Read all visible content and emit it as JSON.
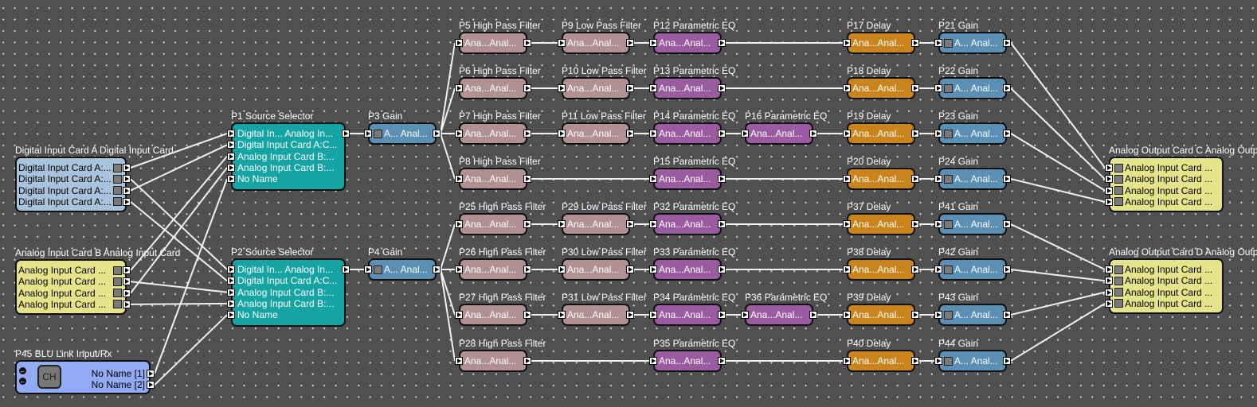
{
  "canvas": {
    "background": "#505050",
    "grid_dot_color": "#d8d8d8"
  },
  "colors": {
    "digital_input": "#a9c3dc",
    "analog_input": "#e6e48a",
    "blu_link": "#93aaf5",
    "source_selector": "#16a3a3",
    "gain": "#5b8fb4",
    "high_pass": "#b09090",
    "low_pass": "#b09090",
    "parametric_eq": "#9b5ba0",
    "delay": "#c9841c",
    "analog_output": "#e6e48a"
  },
  "blocks": [
    {
      "id": "dica",
      "title": "Digital Input Card A  Digital Input Card",
      "type": "digital_input",
      "rows": [
        "Digital Input Card A:...",
        "Digital Input Card A:...",
        "Digital Input Card A:...",
        "Digital Input Card A:..."
      ]
    },
    {
      "id": "aicb",
      "title": "Analog Input Card B  Analog Input Card",
      "type": "analog_input",
      "rows": [
        "Analog Input Card ...",
        "Analog Input Card ...",
        "Analog Input Card ...",
        "Analog Input Card ..."
      ]
    },
    {
      "id": "p45",
      "title": "P45  BLU Link Input/Rx",
      "type": "blu_link",
      "button": "CH",
      "rows": [
        "No Name [1]",
        "No Name [2]"
      ]
    },
    {
      "id": "p1",
      "title": "P1  Source Selector",
      "type": "source_selector",
      "rows": [
        "Digital In... Analog In...",
        "Digital Input Card A:C...",
        "Analog Input Card B:...",
        "Analog Input Card B:...",
        "No Name"
      ]
    },
    {
      "id": "p2",
      "title": "P2  Source Selector",
      "type": "source_selector",
      "rows": [
        "Digital In... Analog In...",
        "Digital Input Card A:C...",
        "Analog Input Card B:...",
        "Analog Input Card B:...",
        "No Name"
      ]
    },
    {
      "id": "p3",
      "title": "P3  Gain",
      "type": "gain",
      "rows": [
        "A... Anal..."
      ]
    },
    {
      "id": "p4",
      "title": "P4  Gain",
      "type": "gain",
      "rows": [
        "A... Anal..."
      ]
    },
    {
      "id": "p5",
      "title": "P5  High Pass Filter",
      "type": "high_pass",
      "rows": [
        "Ana...Anal..."
      ]
    },
    {
      "id": "p6",
      "title": "P6  High Pass Filter",
      "type": "high_pass",
      "rows": [
        "Ana...Anal..."
      ]
    },
    {
      "id": "p7",
      "title": "P7  High Pass Filter",
      "type": "high_pass",
      "rows": [
        "Ana...Anal..."
      ]
    },
    {
      "id": "p8",
      "title": "P8  High Pass Filter",
      "type": "high_pass",
      "rows": [
        "Ana...Anal..."
      ]
    },
    {
      "id": "p25",
      "title": "P25  High Pass Filter",
      "type": "high_pass",
      "rows": [
        "Ana...Anal..."
      ]
    },
    {
      "id": "p26",
      "title": "P26  High Pass Filter",
      "type": "high_pass",
      "rows": [
        "Ana...Anal..."
      ]
    },
    {
      "id": "p27",
      "title": "P27  High Pass Filter",
      "type": "high_pass",
      "rows": [
        "Ana...Anal..."
      ]
    },
    {
      "id": "p28",
      "title": "P28  High Pass Filter",
      "type": "high_pass",
      "rows": [
        "Ana...Anal..."
      ]
    },
    {
      "id": "p9",
      "title": "P9  Low Pass Filter",
      "type": "low_pass",
      "rows": [
        "Ana...Anal..."
      ]
    },
    {
      "id": "p10",
      "title": "P10  Low Pass Filter",
      "type": "low_pass",
      "rows": [
        "Ana...Anal..."
      ]
    },
    {
      "id": "p11",
      "title": "P11  Low Pass Filter",
      "type": "low_pass",
      "rows": [
        "Ana...Anal..."
      ]
    },
    {
      "id": "p29",
      "title": "P29  Low Pass Filter",
      "type": "low_pass",
      "rows": [
        "Ana...Anal..."
      ]
    },
    {
      "id": "p30",
      "title": "P30  Low Pass Filter",
      "type": "low_pass",
      "rows": [
        "Ana...Anal..."
      ]
    },
    {
      "id": "p31",
      "title": "P31  Low Pass Filter",
      "type": "low_pass",
      "rows": [
        "Ana...Anal..."
      ]
    },
    {
      "id": "p12",
      "title": "P12  Parametric EQ",
      "type": "parametric_eq",
      "rows": [
        "Ana...Anal..."
      ]
    },
    {
      "id": "p13",
      "title": "P13  Parametric EQ",
      "type": "parametric_eq",
      "rows": [
        "Ana...Anal..."
      ]
    },
    {
      "id": "p14",
      "title": "P14  Parametric EQ",
      "type": "parametric_eq",
      "rows": [
        "Ana...Anal..."
      ]
    },
    {
      "id": "p15",
      "title": "P15  Parametric EQ",
      "type": "parametric_eq",
      "rows": [
        "Ana...Anal..."
      ]
    },
    {
      "id": "p16",
      "title": "P16  Parametric EQ",
      "type": "parametric_eq",
      "rows": [
        "Ana...Anal..."
      ]
    },
    {
      "id": "p32",
      "title": "P32  Parametric EQ",
      "type": "parametric_eq",
      "rows": [
        "Ana...Anal..."
      ]
    },
    {
      "id": "p33",
      "title": "P33  Parametric EQ",
      "type": "parametric_eq",
      "rows": [
        "Ana...Anal..."
      ]
    },
    {
      "id": "p34",
      "title": "P34  Parametric EQ",
      "type": "parametric_eq",
      "rows": [
        "Ana...Anal..."
      ]
    },
    {
      "id": "p35",
      "title": "P35  Parametric EQ",
      "type": "parametric_eq",
      "rows": [
        "Ana...Anal..."
      ]
    },
    {
      "id": "p36",
      "title": "P36  Parametric EQ",
      "type": "parametric_eq",
      "rows": [
        "Ana...Anal..."
      ]
    },
    {
      "id": "p17",
      "title": "P17  Delay",
      "type": "delay",
      "rows": [
        "Ana...Anal..."
      ]
    },
    {
      "id": "p18",
      "title": "P18  Delay",
      "type": "delay",
      "rows": [
        "Ana...Anal..."
      ]
    },
    {
      "id": "p19",
      "title": "P19  Delay",
      "type": "delay",
      "rows": [
        "Ana...Anal..."
      ]
    },
    {
      "id": "p20",
      "title": "P20  Delay",
      "type": "delay",
      "rows": [
        "Ana...Anal..."
      ]
    },
    {
      "id": "p37",
      "title": "P37  Delay",
      "type": "delay",
      "rows": [
        "Ana...Anal..."
      ]
    },
    {
      "id": "p38",
      "title": "P38  Delay",
      "type": "delay",
      "rows": [
        "Ana...Anal..."
      ]
    },
    {
      "id": "p39",
      "title": "P39  Delay",
      "type": "delay",
      "rows": [
        "Ana...Anal..."
      ]
    },
    {
      "id": "p40",
      "title": "P40  Delay",
      "type": "delay",
      "rows": [
        "Ana...Anal..."
      ]
    },
    {
      "id": "p21",
      "title": "P21  Gain",
      "type": "gain",
      "rows": [
        "A... Anal..."
      ]
    },
    {
      "id": "p22",
      "title": "P22  Gain",
      "type": "gain",
      "rows": [
        "A... Anal..."
      ]
    },
    {
      "id": "p23",
      "title": "P23  Gain",
      "type": "gain",
      "rows": [
        "A... Anal..."
      ]
    },
    {
      "id": "p24",
      "title": "P24  Gain",
      "type": "gain",
      "rows": [
        "A... Anal..."
      ]
    },
    {
      "id": "p41",
      "title": "P41  Gain",
      "type": "gain",
      "rows": [
        "A... Anal..."
      ]
    },
    {
      "id": "p42",
      "title": "P42  Gain",
      "type": "gain",
      "rows": [
        "A... Anal..."
      ]
    },
    {
      "id": "p43",
      "title": "P43  Gain",
      "type": "gain",
      "rows": [
        "A... Anal..."
      ]
    },
    {
      "id": "p44",
      "title": "P44  Gain",
      "type": "gain",
      "rows": [
        "A... Anal..."
      ]
    },
    {
      "id": "aocc",
      "title": "Analog Output Card C  Analog Output Card",
      "type": "analog_output",
      "rows": [
        "Analog Input Card ...",
        "Analog Input Card ...",
        "Analog Input Card ...",
        "Analog Input Card ..."
      ]
    },
    {
      "id": "aocd",
      "title": "Analog Output Card D  Analog Output Card",
      "type": "analog_output",
      "rows": [
        "Analog Input Card ...",
        "Analog Input Card ...",
        "Analog Input Card ...",
        "Analog Input Card ..."
      ]
    }
  ],
  "connections": [
    [
      "dica",
      0,
      "p1",
      0
    ],
    [
      "dica",
      1,
      "p2",
      0
    ],
    [
      "dica",
      2,
      "p1",
      1
    ],
    [
      "dica",
      3,
      "p2",
      1
    ],
    [
      "aicb",
      0,
      "p1",
      2
    ],
    [
      "aicb",
      1,
      "p2",
      2
    ],
    [
      "aicb",
      2,
      "p1",
      3
    ],
    [
      "aicb",
      3,
      "p2",
      3
    ],
    [
      "p45",
      0,
      "p1",
      4
    ],
    [
      "p45",
      1,
      "p2",
      4
    ],
    [
      "p1",
      0,
      "p3",
      0
    ],
    [
      "p2",
      0,
      "p4",
      0
    ],
    [
      "p3",
      0,
      "p5",
      0
    ],
    [
      "p3",
      0,
      "p6",
      0
    ],
    [
      "p3",
      0,
      "p7",
      0
    ],
    [
      "p3",
      0,
      "p8",
      0
    ],
    [
      "p4",
      0,
      "p25",
      0
    ],
    [
      "p4",
      0,
      "p26",
      0
    ],
    [
      "p4",
      0,
      "p27",
      0
    ],
    [
      "p4",
      0,
      "p28",
      0
    ],
    [
      "p5",
      0,
      "p9",
      0
    ],
    [
      "p6",
      0,
      "p10",
      0
    ],
    [
      "p7",
      0,
      "p11",
      0
    ],
    [
      "p25",
      0,
      "p29",
      0
    ],
    [
      "p26",
      0,
      "p30",
      0
    ],
    [
      "p27",
      0,
      "p31",
      0
    ],
    [
      "p9",
      0,
      "p12",
      0
    ],
    [
      "p10",
      0,
      "p13",
      0
    ],
    [
      "p11",
      0,
      "p14",
      0
    ],
    [
      "p8",
      0,
      "p15",
      0
    ],
    [
      "p29",
      0,
      "p32",
      0
    ],
    [
      "p30",
      0,
      "p33",
      0
    ],
    [
      "p31",
      0,
      "p34",
      0
    ],
    [
      "p28",
      0,
      "p35",
      0
    ],
    [
      "p14",
      0,
      "p16",
      0
    ],
    [
      "p34",
      0,
      "p36",
      0
    ],
    [
      "p12",
      0,
      "p17",
      0
    ],
    [
      "p13",
      0,
      "p18",
      0
    ],
    [
      "p16",
      0,
      "p19",
      0
    ],
    [
      "p15",
      0,
      "p20",
      0
    ],
    [
      "p32",
      0,
      "p37",
      0
    ],
    [
      "p33",
      0,
      "p38",
      0
    ],
    [
      "p36",
      0,
      "p39",
      0
    ],
    [
      "p35",
      0,
      "p40",
      0
    ],
    [
      "p17",
      0,
      "p21",
      0
    ],
    [
      "p18",
      0,
      "p22",
      0
    ],
    [
      "p19",
      0,
      "p23",
      0
    ],
    [
      "p20",
      0,
      "p24",
      0
    ],
    [
      "p37",
      0,
      "p41",
      0
    ],
    [
      "p38",
      0,
      "p42",
      0
    ],
    [
      "p39",
      0,
      "p43",
      0
    ],
    [
      "p40",
      0,
      "p44",
      0
    ],
    [
      "p21",
      0,
      "aocc",
      0
    ],
    [
      "p22",
      0,
      "aocc",
      1
    ],
    [
      "p23",
      0,
      "aocc",
      2
    ],
    [
      "p24",
      0,
      "aocc",
      3
    ],
    [
      "p41",
      0,
      "aocd",
      0
    ],
    [
      "p42",
      0,
      "aocd",
      1
    ],
    [
      "p43",
      0,
      "aocd",
      2
    ],
    [
      "p44",
      0,
      "aocd",
      3
    ]
  ]
}
